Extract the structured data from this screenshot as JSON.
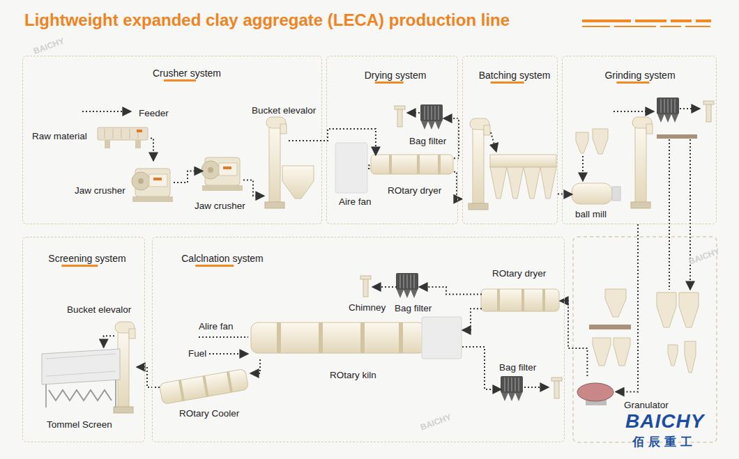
{
  "diagram": {
    "title": "Lightweight expanded clay aggregate (LECA) production line",
    "nodes": [
      {
        "text": [
          "Crusher system"
        ]
      },
      {
        "text": [
          "Feeder"
        ],
        "in": 0
      },
      {
        "text": [
          "Jaw crusher"
        ],
        "in": 0
      },
      {
        "text": [
          "Jaw crusher"
        ],
        "in": 0
      },
      {
        "text": [
          "Bucket elevalor"
        ],
        "in": 0
      },
      {
        "text": [
          "Drying system"
        ]
      },
      {
        "text": [
          "Aire fan"
        ],
        "in": 5
      },
      {
        "text": [
          "ROtary dryer"
        ],
        "in": 5
      },
      {
        "text": [
          "Bag filter"
        ],
        "in": 5
      },
      {
        "text": [
          "Batching system"
        ]
      },
      {
        "text": [
          "Grinding system"
        ]
      },
      {
        "text": [
          "ball mill"
        ],
        "in": 10
      },
      {
        "text": [
          "Screening system"
        ]
      },
      {
        "text": [
          "Bucket elevalor"
        ],
        "in": 12
      },
      {
        "text": [
          "Tommel Screen"
        ],
        "in": 12
      },
      {
        "text": [
          "Calclnation system"
        ]
      },
      {
        "text": [
          "ROtary Cooler"
        ],
        "in": 15
      },
      {
        "text": [
          "ROtary kiln"
        ],
        "in": 15
      },
      {
        "text": [
          "ROtary dryer"
        ],
        "in": 15
      },
      {
        "text": [
          "Chimney"
        ],
        "in": 15
      },
      {
        "text": [
          "Bag filter"
        ],
        "in": 15
      },
      {
        "text": [
          "Bag filter"
        ],
        "in": 15
      },
      {
        "text": [
          "Granulator"
        ]
      }
    ],
    "edges": [
      {
        "from": 1,
        "to": 2,
        "arrow": "to"
      },
      {
        "from": 2,
        "to": 3,
        "arrow": "to"
      },
      {
        "from": 3,
        "to": 4,
        "arrow": "to"
      },
      {
        "from": 4,
        "to": 7,
        "arrow": "to"
      },
      {
        "from": 6,
        "to": 7,
        "arrow": "none"
      },
      {
        "from": 7,
        "to": 8,
        "arrow": "to"
      },
      {
        "from": 7,
        "to": 9,
        "arrow": "to"
      },
      {
        "from": 9,
        "to": 11,
        "arrow": "to"
      },
      {
        "from": 10,
        "to": 22,
        "arrow": "to"
      },
      {
        "from": 22,
        "to": 18,
        "arrow": "to"
      },
      {
        "from": 18,
        "to": 20,
        "arrow": "to"
      },
      {
        "from": 20,
        "to": 19,
        "arrow": "to"
      },
      {
        "from": 18,
        "to": 17,
        "arrow": "to"
      },
      {
        "from": 17,
        "to": 21,
        "arrow": "to"
      },
      {
        "from": 17,
        "to": 16,
        "arrow": "to"
      },
      {
        "from": 16,
        "to": 13,
        "arrow": "to"
      },
      {
        "from": 13,
        "to": 14,
        "arrow": "to"
      }
    ],
    "labels": [
      "Raw material",
      "Alire fan",
      "Fuel",
      "BAICHY",
      "佰辰重工",
      "BAICHY",
      "BAICHY",
      "BAICHY"
    ]
  }
}
